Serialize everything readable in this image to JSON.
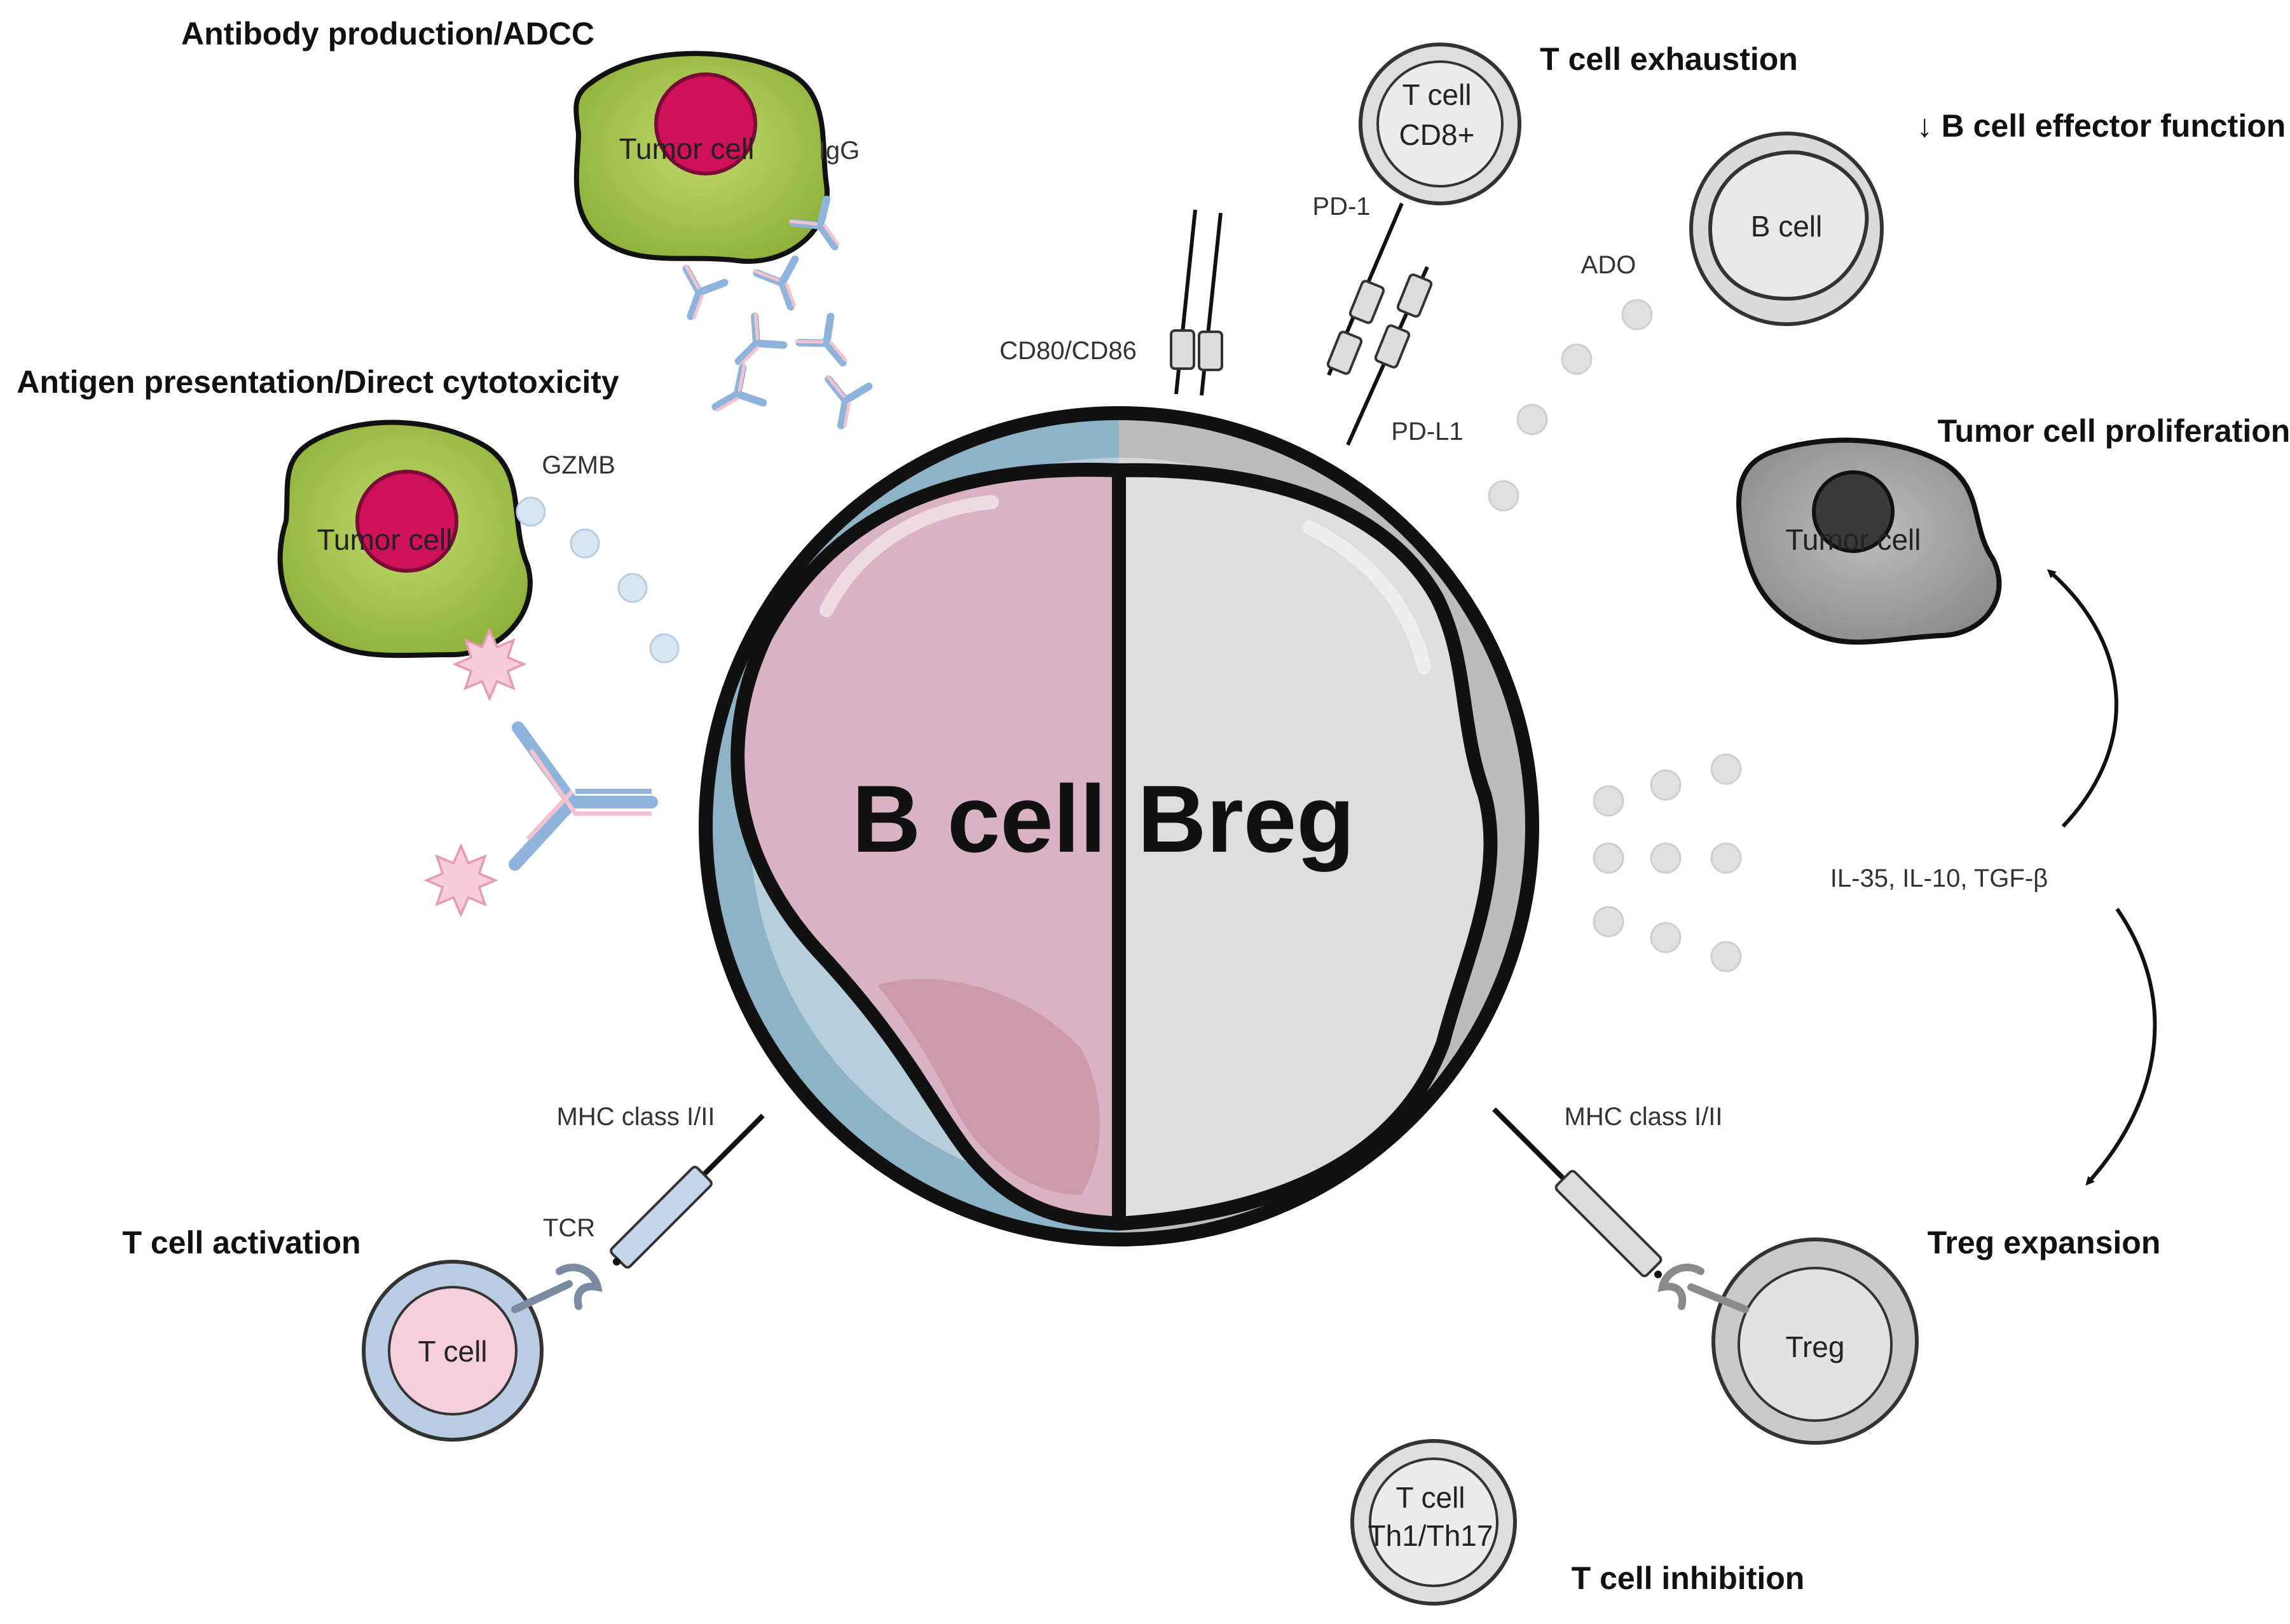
{
  "headings": {
    "antibody_production": "Antibody production/ADCC",
    "antigen_presentation": "Antigen presentation/Direct cytotoxicity",
    "t_cell_activation": "T cell activation",
    "t_cell_exhaustion": "T cell exhaustion",
    "b_cell_effector": "↓ B cell effector function",
    "tumor_proliferation": "Tumor cell proliferation",
    "treg_expansion": "Treg expansion",
    "t_cell_inhibition": "T cell inhibition"
  },
  "center": {
    "b_cell": "B cell",
    "breg": "Breg"
  },
  "labels": {
    "igg": "IgG",
    "gzmb": "GZMB",
    "cd80_cd86": "CD80/CD86",
    "pd1": "PD-1",
    "pdl1": "PD-L1",
    "ado": "ADO",
    "cytokines": "IL-35, IL-10, TGF-β",
    "mhc_left": "MHC class I/II",
    "mhc_right": "MHC class I/II",
    "tcr": "TCR"
  },
  "cells": {
    "tumor_top": "Tumor cell",
    "tumor_mid": "Tumor cell",
    "tumor_right": "Tumor cell",
    "tcell_cd8_line1": "T cell",
    "tcell_cd8_line2": "CD8+",
    "bcell_small": "B cell",
    "tcell_activation": "T cell",
    "treg": "Treg",
    "tcell_th_line1": "T cell",
    "tcell_th_line2": "Th1/Th17"
  },
  "colors": {
    "bcell_membrane": "#8eb2c6",
    "bcell_nucleus": "#d9b3c4",
    "breg_membrane": "#c8c8c8",
    "breg_nucleus": "#dedede",
    "tumor_cytoplasm": "#a9c548",
    "tumor_nucleus": "#d1105a",
    "antibody_blue": "#8fb4dc",
    "antibody_pink": "#f3c2ce",
    "gzmb_dot": "#d8e6f3",
    "grey_dot": "#e0e0e0"
  }
}
